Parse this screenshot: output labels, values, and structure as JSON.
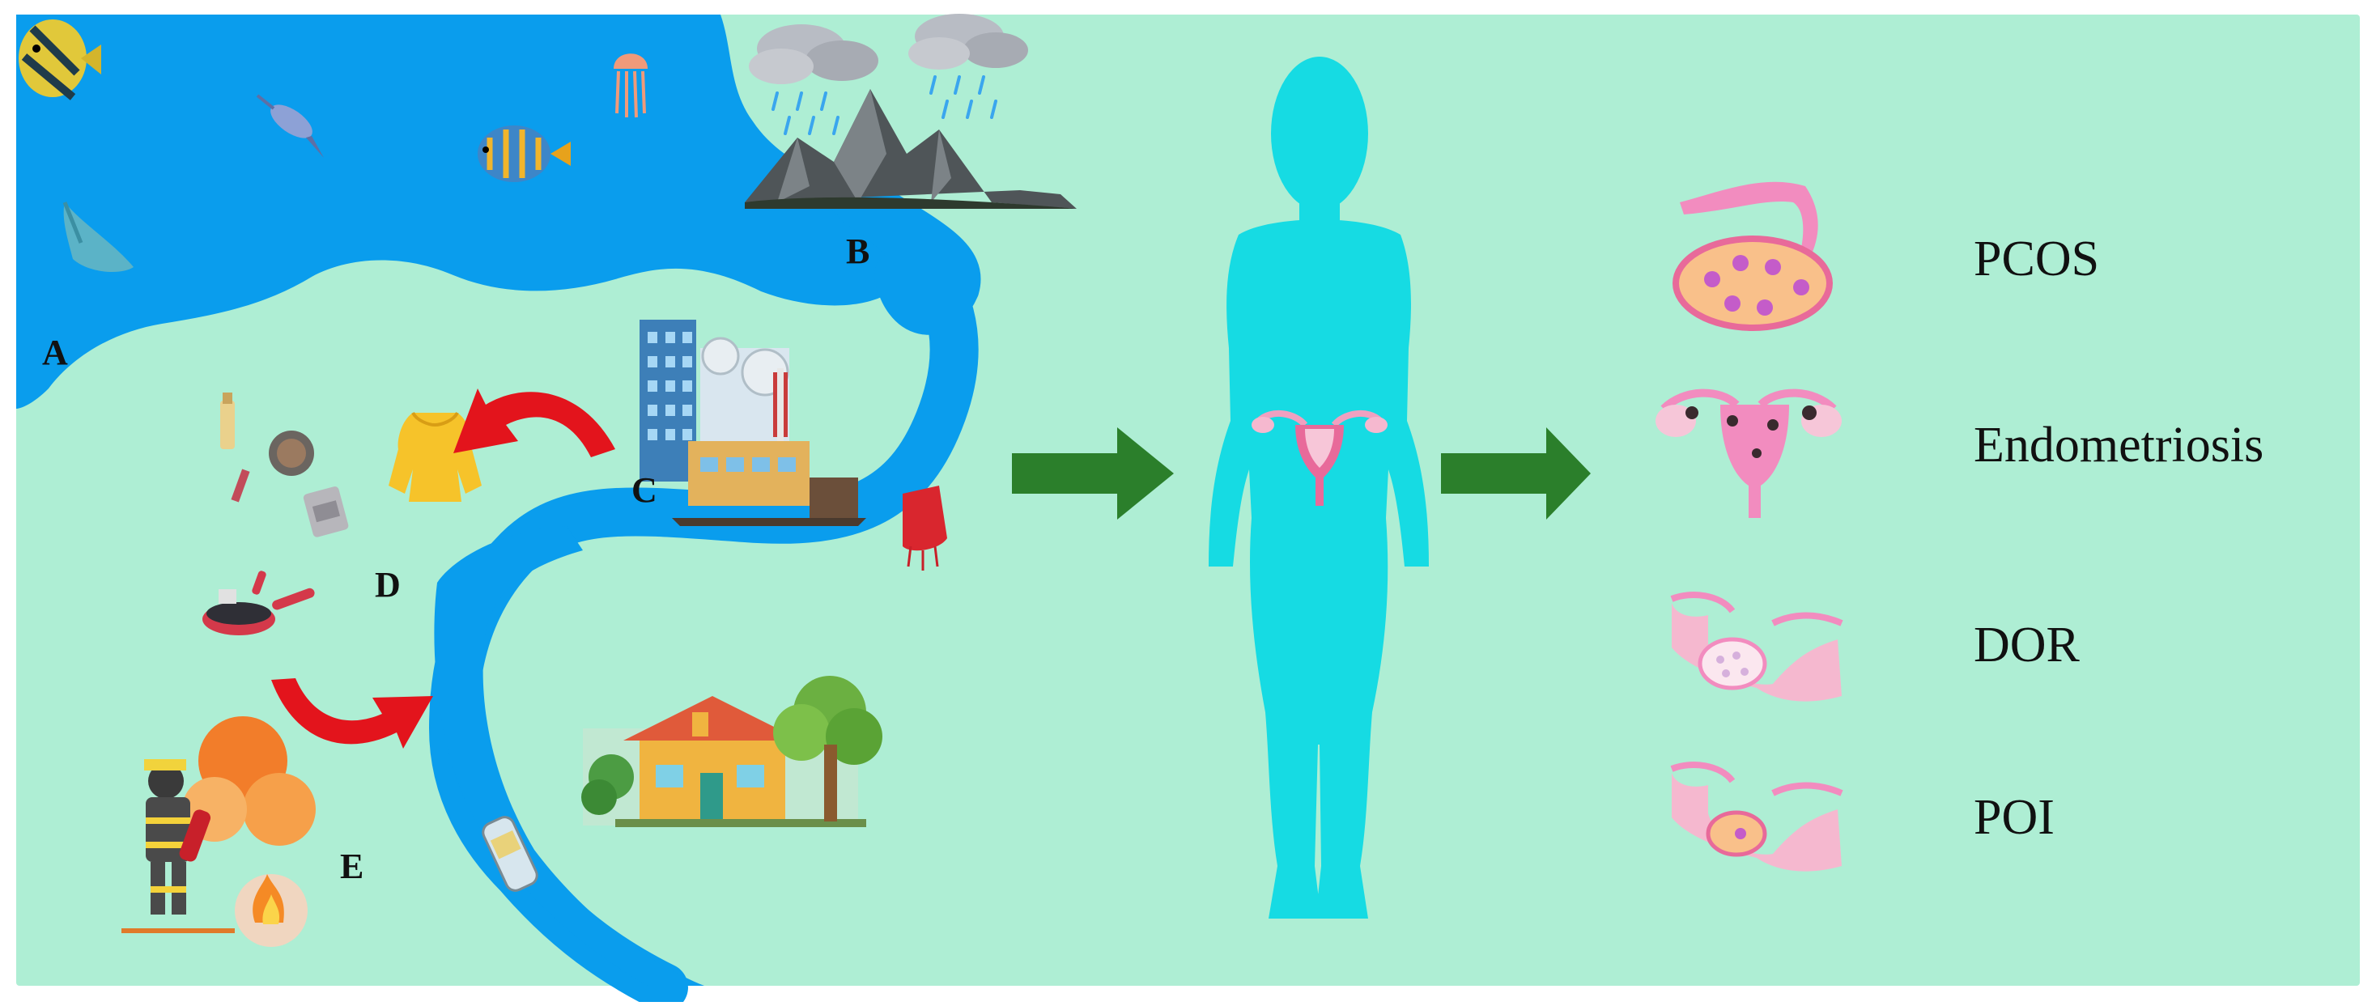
{
  "colors": {
    "background": "#aeeed4",
    "water": "#0a9ded",
    "body_silhouette": "#16dbe3",
    "green_arrow": "#2b7f2b",
    "red_arrow": "#e3141c",
    "organ_pink": "#f39ac0"
  },
  "source_labels": {
    "a": "A",
    "b": "B",
    "c": "C",
    "d": "D",
    "e": "E"
  },
  "outcomes": [
    {
      "label": "PCOS",
      "icon": "ovary-cysts-icon"
    },
    {
      "label": "Endometriosis",
      "icon": "uterus-lesions-icon"
    },
    {
      "label": "DOR",
      "icon": "ovary-reserve-icon"
    },
    {
      "label": "POI",
      "icon": "ovary-insufficiency-icon"
    }
  ],
  "icons": {
    "sea_life": [
      "fish-icon",
      "swordfish-icon",
      "jellyfish-icon",
      "stingray-icon"
    ],
    "weather": [
      "rain-cloud-icon",
      "mountain-icon"
    ],
    "industry": [
      "factory-icon"
    ],
    "household": [
      "cosmetics-icon",
      "raincoat-icon",
      "frying-pan-icon",
      "house-icon",
      "tree-icon"
    ],
    "fire": [
      "firefighter-icon",
      "fire-icon"
    ],
    "waste": [
      "plastic-bottle-icon",
      "plastic-bag-icon"
    ]
  }
}
